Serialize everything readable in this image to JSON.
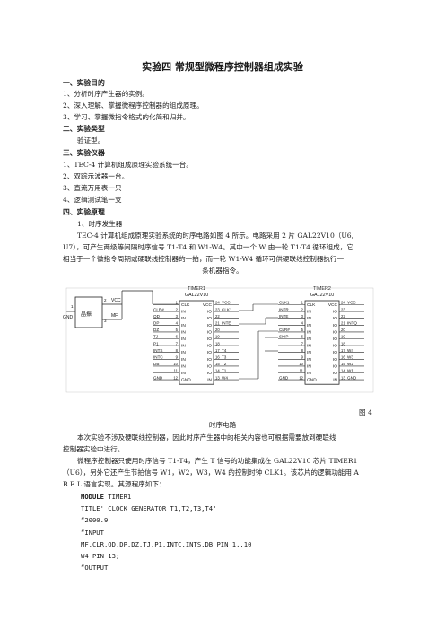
{
  "title": "实验四  常规型微程序控制器组成实验",
  "sections": {
    "purpose": {
      "heading": "一、实验目的",
      "items": [
        "1、分析时序产生器的实例。",
        "2、深入理解、掌握微程序控制器的组成原理。",
        "3、学习、掌握微指令格式的化简和归并。"
      ]
    },
    "type": {
      "heading": "二、实验类型",
      "text": "验证型。"
    },
    "equipment": {
      "heading": "三、实验仪器",
      "items": [
        "1、TEC-4 计算机组成原理实验系统一台。",
        "2、双踪示波器一台。",
        "3、直流万用表一只",
        "4、逻辑测试笔一支"
      ]
    },
    "principle": {
      "heading": "四、实验原理",
      "sub": "1、时序发生器",
      "para1": [
        "TEC-4 计算机组成原理实验系统的时序电路如图 4 所示。电路采用 2 片 GAL22V10（U6,",
        "U7），可产生两级等间隔时序信号 T1-T4 和 W1-W4。其中一个 W 由一轮 T1-T4 循环组成，它",
        "相当于一个微指令周期或硬联线控制器的一拍，而一轮 W1-W4 循环可供硬联线控制器执行一",
        "条机器指令。"
      ]
    }
  },
  "figure": {
    "label": "图 4",
    "caption": "时序电路",
    "osc_label": "晶振",
    "osc_pins": {
      "gnd": "GND",
      "vcc": "VCC",
      "mf": "MF",
      "p1": "1",
      "p2": "2",
      "p3": "3"
    },
    "chip1": {
      "name1": "TIMER1",
      "name2": "GAL22V10",
      "left_names": [
        "CLK",
        "IN",
        "IN",
        "IN",
        "IN",
        "IN",
        "IN",
        "IN",
        "IN",
        "IN",
        "IN",
        "GND"
      ],
      "left_nums": [
        "1",
        "2",
        "3",
        "4",
        "5",
        "6",
        "7",
        "8",
        "9",
        "10",
        "11",
        "12"
      ],
      "right_names": [
        "VCC",
        "IO",
        "IO",
        "IO",
        "IO",
        "IO",
        "IO",
        "IO",
        "IO",
        "IO",
        "IO",
        "IN"
      ],
      "right_nums": [
        "24",
        "23",
        "22",
        "21",
        "20",
        "19",
        "18",
        "17",
        "16",
        "15",
        "14",
        "13"
      ],
      "left_signals": [
        "",
        "CLR#",
        "QD",
        "DP",
        "DZ",
        "TJ",
        "P1",
        "INTS",
        "INTC",
        "DB",
        "",
        "GND"
      ],
      "right_signals": [
        "VCC",
        "CLK1",
        "",
        "INTE",
        "",
        "",
        "",
        "T4",
        "T3",
        "T2",
        "T1",
        "W4"
      ]
    },
    "chip2": {
      "name1": "TIMER2",
      "name2": "GAL22V10",
      "left_names": [
        "CLK",
        "IN",
        "IN",
        "IN",
        "IN",
        "IN",
        "IN",
        "IN",
        "IN",
        "IN",
        "IN",
        "GND"
      ],
      "left_nums": [
        "1",
        "2",
        "3",
        "4",
        "5",
        "6",
        "7",
        "8",
        "9",
        "10",
        "11",
        "12"
      ],
      "right_names": [
        "VCC",
        "IO",
        "IO",
        "IO",
        "IO",
        "IO",
        "IO",
        "IO",
        "IO",
        "IO",
        "IO",
        "IN"
      ],
      "right_nums": [
        "24",
        "23",
        "22",
        "21",
        "20",
        "19",
        "18",
        "17",
        "16",
        "15",
        "14",
        "13"
      ],
      "left_signals": [
        "CLK1",
        "INTR",
        "INTE",
        "",
        "CLR#",
        "SKIP",
        "",
        "",
        "",
        "",
        "",
        "GND"
      ],
      "right_signals": [
        "VCC",
        "",
        "",
        "INTQ",
        "",
        "",
        "",
        "W4",
        "W3",
        "W2",
        "W1",
        "GND"
      ]
    }
  },
  "para2": [
    "本次实验不涉及硬联线控制器，因此时序产生器中的相关内容也可根据需要放到硬联线",
    "控制器实验中进行。"
  ],
  "para3": [
    "微程序控制器只使用时序信号 T1-T4，产生 T 信号的功能集成在 GAL22V10 芯片 TIMER1",
    "（U6），另外它还产生节拍信号 W1，W2，W3，W4 的控制时钟 CLK1。该芯片的逻辑功能用 A",
    "B E L 语言实现。其源程序如下："
  ],
  "code": {
    "keyword": "MODULE",
    "module_name": " TIMER1",
    "lines": [
      "TITLE' CLOCK GENERATOR T1,T2,T3,T4'",
      "“2000.9",
      "“INPUT",
      "    MF,CLR,QD,DP,DZ,TJ,P1,INTC,INTS,DB PIN 1..10",
      "    W4 PIN 13;",
      "“OUTPUT"
    ]
  }
}
